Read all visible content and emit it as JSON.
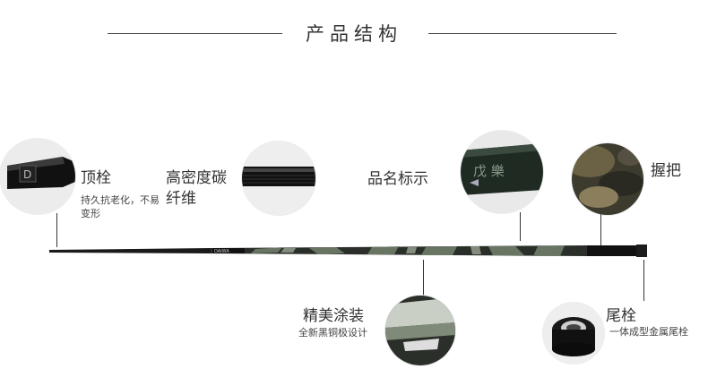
{
  "heading": "产品结构",
  "parts": {
    "top_plug": {
      "name": "顶栓",
      "desc": "持久抗老化，不易变形"
    },
    "carbon": {
      "name_line1": "高密度碳",
      "name_line2": "纤维"
    },
    "product_name_mark": {
      "name": "品名标示"
    },
    "grip": {
      "name": "握把"
    },
    "coating": {
      "name": "精美涂装",
      "desc": "全新黑铜极设计"
    },
    "end_cap": {
      "name": "尾栓",
      "desc": "一体成型金属尾栓"
    }
  },
  "rod_brand_mark": "DAIWA",
  "colors": {
    "rod": "#1a1a1a",
    "camo_green": "#4d5a44",
    "line": "#333333"
  }
}
